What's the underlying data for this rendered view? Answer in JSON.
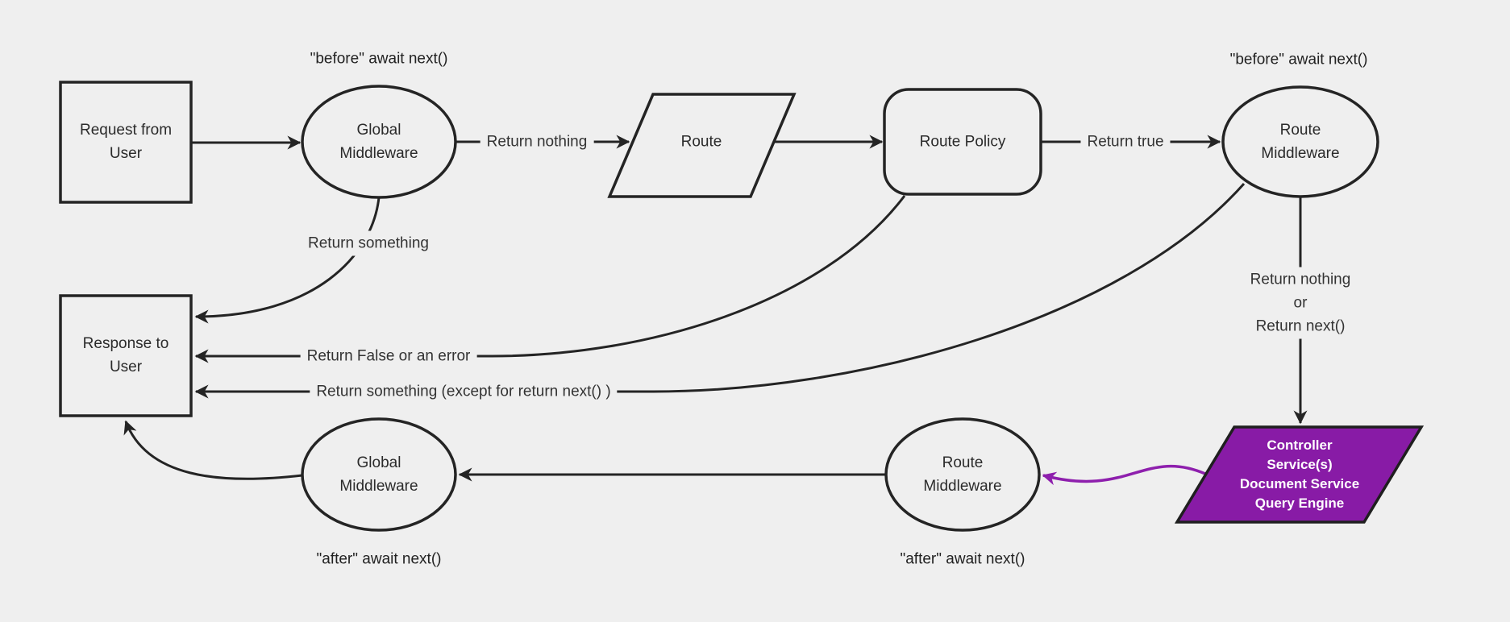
{
  "diagram": {
    "colors": {
      "bg": "#efefef",
      "stroke": "#242424",
      "purple": "#881ba6",
      "purple-line": "#8e1fad"
    },
    "nodes": {
      "request": {
        "label": "Request from\nUser",
        "shape": "rectangle"
      },
      "global_middleware_top": {
        "label": "Global\nMiddleware",
        "shape": "ellipse"
      },
      "route": {
        "label": "Route",
        "shape": "parallelogram"
      },
      "route_policy": {
        "label": "Route Policy",
        "shape": "rounded-rectangle"
      },
      "route_middleware_top": {
        "label": "Route\nMiddleware",
        "shape": "ellipse"
      },
      "response": {
        "label": "Response to\nUser",
        "shape": "rectangle"
      },
      "global_middleware_bottom": {
        "label": "Global\nMiddleware",
        "shape": "ellipse"
      },
      "route_middleware_bottom": {
        "label": "Route\nMiddleware",
        "shape": "ellipse"
      },
      "controller": {
        "label": "Controller\nService(s)\nDocument Service\nQuery Engine",
        "shape": "parallelogram",
        "fill": "#881ba6"
      }
    },
    "edge_labels": {
      "return_nothing": "Return nothing",
      "return_true": "Return true",
      "return_something": "Return something",
      "return_false_or_error": "Return False or an error",
      "return_something_except": "Return something (except for return next() )",
      "return_nothing_or_next": "Return nothing\nor\nReturn next()"
    },
    "annotations": {
      "before_left": "\"before\" await next()",
      "before_right": "\"before\" await next()",
      "after_left": "\"after\" await next()",
      "after_right": "\"after\" await next()"
    }
  }
}
